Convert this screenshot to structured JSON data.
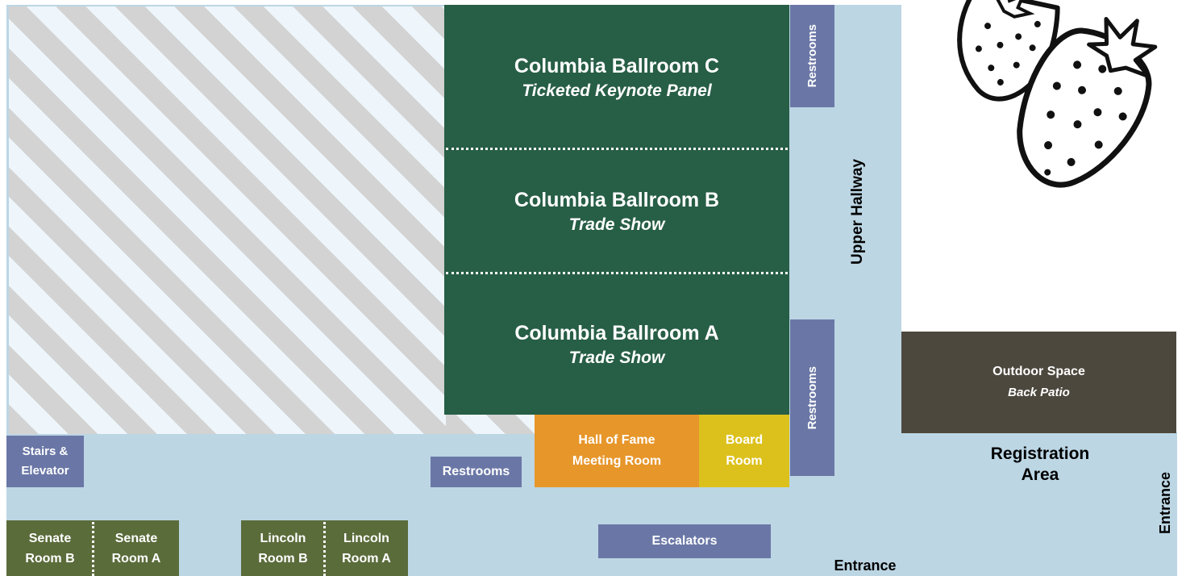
{
  "rooms": {
    "ballroom_c": {
      "name": "Columbia Ballroom C",
      "subtitle": "Ticketed Keynote Panel"
    },
    "ballroom_b": {
      "name": "Columbia Ballroom B",
      "subtitle": "Trade Show"
    },
    "ballroom_a": {
      "name": "Columbia Ballroom A",
      "subtitle": "Trade Show"
    },
    "hall_of_fame": {
      "line1": "Hall of Fame",
      "line2": "Meeting Room"
    },
    "board_room": {
      "line1": "Board",
      "line2": "Room"
    },
    "outdoor": {
      "name": "Outdoor Space",
      "subtitle": "Back Patio"
    },
    "senate_b": {
      "line1": "Senate",
      "line2": "Room B"
    },
    "senate_a": {
      "line1": "Senate",
      "line2": "Room A"
    },
    "lincoln_b": {
      "line1": "Lincoln",
      "line2": "Room B"
    },
    "lincoln_a": {
      "line1": "Lincoln",
      "line2": "Room A"
    }
  },
  "facilities": {
    "restrooms": "Restrooms",
    "escalators": "Escalators",
    "stairs_line1": "Stairs &",
    "stairs_line2": "Elevator"
  },
  "areas": {
    "upper_hallway": "Upper Hallway",
    "registration_line1": "Registration",
    "registration_line2": "Area",
    "entrance": "Entrance"
  },
  "colors": {
    "hallway": "#bcd6e4",
    "ballroom": "#275e46",
    "restrooms": "#6a77a6",
    "meeting_room": "#5b6c3b",
    "hall_of_fame": "#e7962a",
    "board_room": "#dcc11d",
    "outdoor": "#4d483e"
  },
  "icons": [
    "strawberry-illustration"
  ]
}
